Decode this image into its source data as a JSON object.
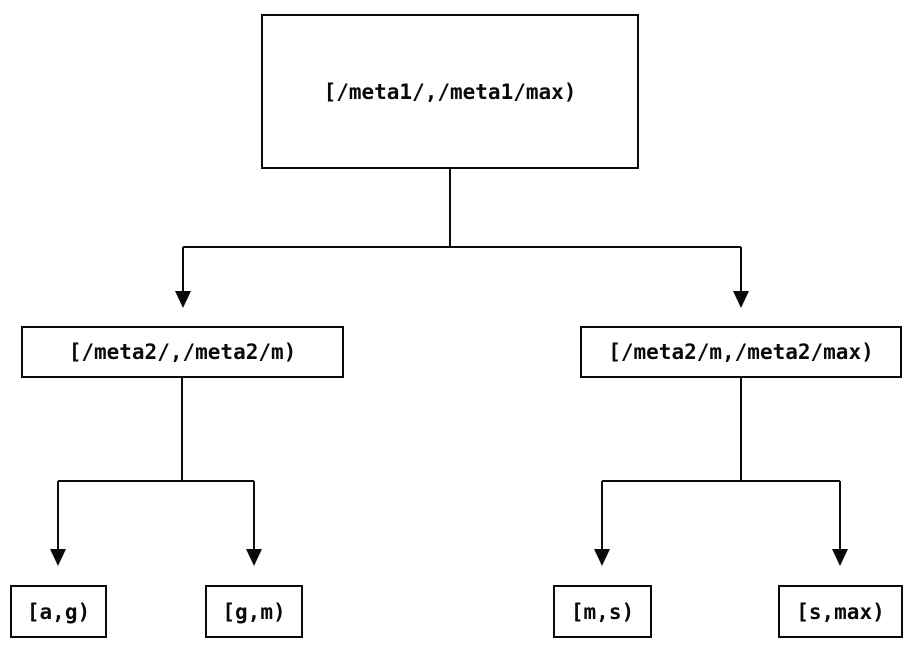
{
  "diagram": {
    "type": "tree",
    "background_color": "#ffffff",
    "line_color": "#0a0a0a",
    "node_fill_color": "#ffffff",
    "nodes": {
      "root": {
        "label": "[/meta1/,/meta1/max)"
      },
      "left": {
        "label": "[/meta2/,/meta2/m)"
      },
      "right": {
        "label": "[/meta2/m,/meta2/max)"
      },
      "leaf_ag": {
        "label": "[a,g)"
      },
      "leaf_gm": {
        "label": "[g,m)"
      },
      "leaf_ms": {
        "label": "[m,s)"
      },
      "leaf_smax": {
        "label": "[s,max)"
      }
    },
    "edges": [
      {
        "from": "root",
        "to": "left"
      },
      {
        "from": "root",
        "to": "right"
      },
      {
        "from": "left",
        "to": "leaf_ag"
      },
      {
        "from": "left",
        "to": "leaf_gm"
      },
      {
        "from": "right",
        "to": "leaf_ms"
      },
      {
        "from": "right",
        "to": "leaf_smax"
      }
    ]
  }
}
